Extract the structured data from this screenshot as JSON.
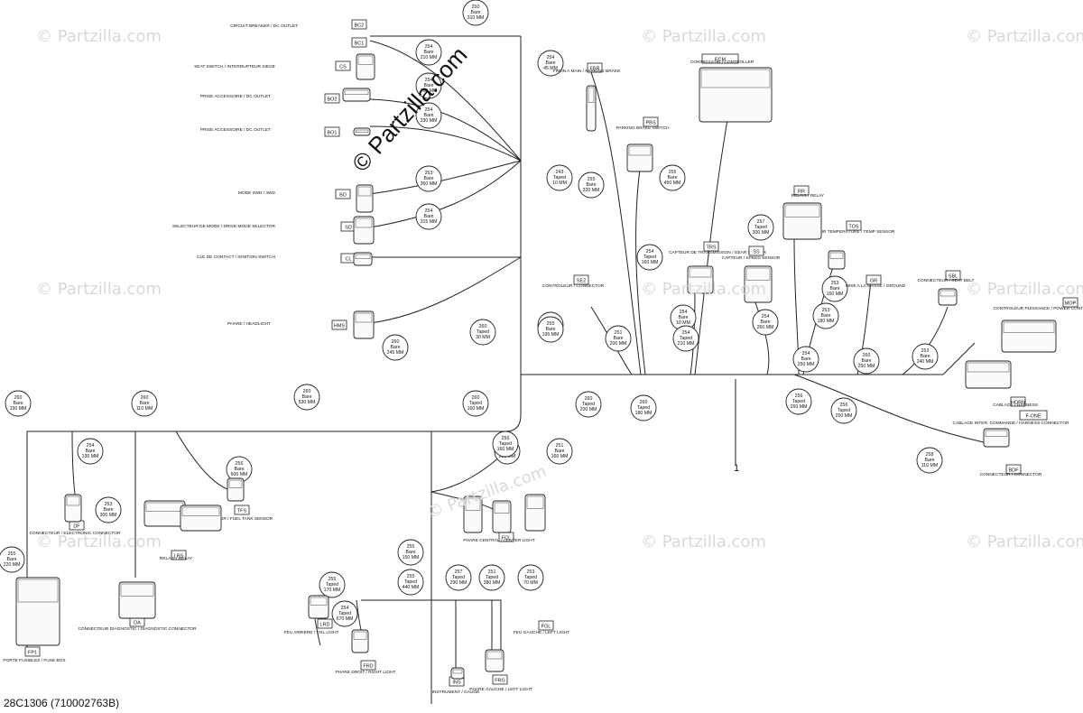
{
  "watermark": {
    "text": "© Partzilla.com"
  },
  "center_watermark": "© Partzilla.com",
  "footer": {
    "code": "28C1306 (710002763B)"
  },
  "branch_numbers": [
    "1"
  ],
  "bubbles": [
    {
      "num": "250",
      "l2": "Bare",
      "l3": "310 MM"
    },
    {
      "num": "254",
      "l2": "Bare",
      "l3": "210 MM"
    },
    {
      "num": "254",
      "l2": "Bare",
      "l3": "263 MM"
    },
    {
      "num": "254",
      "l2": "Bare",
      "l3": "330 MM"
    },
    {
      "num": "254",
      "l2": "Bare",
      "l3": "45 MM"
    },
    {
      "num": "243",
      "l2": "Taped",
      "l3": "10 MM"
    },
    {
      "num": "253",
      "l2": "Bare",
      "l3": "360 MM"
    },
    {
      "num": "254",
      "l2": "Bare",
      "l3": "315 MM"
    },
    {
      "num": "255",
      "l2": "Bare",
      "l3": "320 MM"
    },
    {
      "num": "260",
      "l2": "Bare",
      "l3": "245 MM"
    },
    {
      "num": "260",
      "l2": "Taped",
      "l3": "30 MM"
    },
    {
      "num": "255",
      "l2": "Bare",
      "l3": "220 MM"
    },
    {
      "num": "254",
      "l2": "Taped",
      "l3": "160 MM"
    },
    {
      "num": "255",
      "l2": "Bare",
      "l3": "450 MM"
    },
    {
      "num": "251",
      "l2": "Bare",
      "l3": "200 MM"
    },
    {
      "num": "255",
      "l2": "Bare",
      "l3": "195 MM"
    },
    {
      "num": "254",
      "l2": "Bare",
      "l3": "10 MM"
    },
    {
      "num": "254",
      "l2": "Taped",
      "l3": "210 MM"
    },
    {
      "num": "254",
      "l2": "Bare",
      "l3": "260 MM"
    },
    {
      "num": "257",
      "l2": "Taped",
      "l3": "300 MM"
    },
    {
      "num": "253",
      "l2": "Bare",
      "l3": "160 MM"
    },
    {
      "num": "253",
      "l2": "Bare",
      "l3": "180 MM"
    },
    {
      "num": "254",
      "l2": "Bare",
      "l3": "250 MM"
    },
    {
      "num": "260",
      "l2": "Bare",
      "l3": "250 MM"
    },
    {
      "num": "253",
      "l2": "Bare",
      "l3": "240 MM"
    },
    {
      "num": "260",
      "l2": "Taped",
      "l3": "200 MM"
    },
    {
      "num": "260",
      "l2": "Taped",
      "l3": "180 MM"
    },
    {
      "num": "256",
      "l2": "Taped",
      "l3": "260 MM"
    },
    {
      "num": "256",
      "l2": "Taped",
      "l3": "250 MM"
    },
    {
      "num": "258",
      "l2": "Bare",
      "l3": "110 MM"
    },
    {
      "num": "260",
      "l2": "Bare",
      "l3": "150 MM"
    },
    {
      "num": "260",
      "l2": "Bare",
      "l3": "110 MM"
    },
    {
      "num": "260",
      "l2": "Bare",
      "l3": "530 MM"
    },
    {
      "num": "260",
      "l2": "Taped",
      "l3": "160 MM"
    },
    {
      "num": "254",
      "l2": "Bare",
      "l3": "130 MM"
    },
    {
      "num": "253",
      "l2": "Bare",
      "l3": "300 MM"
    },
    {
      "num": "256",
      "l2": "Bare",
      "l3": "600 MM"
    },
    {
      "num": "255",
      "l2": "Bare",
      "l3": "220 MM"
    },
    {
      "num": "255",
      "l2": "Bare",
      "l3": "220 MM"
    },
    {
      "num": "251",
      "l2": "Bare",
      "l3": "160 MM"
    },
    {
      "num": "255",
      "l2": "Bare",
      "l3": "150 MM"
    },
    {
      "num": "255",
      "l2": "Taped",
      "l3": "440 MM"
    },
    {
      "num": "255",
      "l2": "Taped",
      "l3": "170 MM"
    },
    {
      "num": "254",
      "l2": "Taped",
      "l3": "670 MM"
    },
    {
      "num": "257",
      "l2": "Taped",
      "l3": "290 MM"
    },
    {
      "num": "251",
      "l2": "Taped",
      "l3": "380 MM"
    },
    {
      "num": "253",
      "l2": "Taped",
      "l3": "70 MM"
    },
    {
      "num": "256",
      "l2": "Taped",
      "l3": "160 MM"
    }
  ],
  "connectors": [
    {
      "code": "BC2",
      "text": "CIRCUIT BREAKER / DC OUTLET"
    },
    {
      "code": "BC1",
      "text": ""
    },
    {
      "code": "CS",
      "text": "SEAT SWITCH / INTERRUPTEUR SIEGE"
    },
    {
      "code": "BO2",
      "text": "PRISE ACCESSOIRE / DC OUTLET"
    },
    {
      "code": "BO1",
      "text": "PRISE ACCESSOIRE / DC OUTLET"
    },
    {
      "code": "BD",
      "text": "MODE 2WD / 4WD"
    },
    {
      "code": "SD",
      "text": "SELECTEUR DE MODE / DRIVE MODE SELECTOR"
    },
    {
      "code": "CL",
      "text": "CLE DE CONTACT / IGNITION SWITCH"
    },
    {
      "code": "HMS",
      "text": "PHARE / HEADLIGHT"
    },
    {
      "code": "FBR",
      "text": "FREIN A MAIN / PARKING BRAKE"
    },
    {
      "code": "PBS",
      "text": "PARKING BRAKE SWITCH"
    },
    {
      "code": "ECM",
      "text": "CONTROLEUR / CONTROLLER"
    },
    {
      "code": "SE2",
      "text": "CONTROLEUR / CONNECTOR"
    },
    {
      "code": "TRS",
      "text": "CAPTEUR DE TRANSMISSION / GEAR SENSOR"
    },
    {
      "code": "SS",
      "text": "CAPTEUR / SPEED SENSOR"
    },
    {
      "code": "RR",
      "text": "RELAIS / RELAY"
    },
    {
      "code": "TOS",
      "text": "CAPTEUR TEMPERATURE / TEMP SENSOR"
    },
    {
      "code": "GR",
      "text": "MISE A LA MASSE / GROUND"
    },
    {
      "code": "SBL",
      "text": "CONNECTEUR / SEAT BELT"
    },
    {
      "code": "MOP",
      "text": "CONTROLEUR PUISSANCE / POWER CONTROLLER"
    },
    {
      "code": "HORN",
      "text": "CABLAGE / HARNESS"
    },
    {
      "code": "F-ONE",
      "text": "CABLAGE INTER. COMMANDE / HARNESS CONNECTOR"
    },
    {
      "code": "BDF",
      "text": "CONNECTEUR / CONNECTOR"
    },
    {
      "code": "FP1",
      "text": "PORTE FUSIBLES / FUSE BOX"
    },
    {
      "code": "DA",
      "text": "CONNECTEUR DIAGNOSTIC / DIAGNOSTIC CONNECTOR"
    },
    {
      "code": "DF",
      "text": "CONNECTEUR / ELECTRONIC CONNECTOR"
    },
    {
      "code": "TFS",
      "text": "CAPTEUR / FUEL TANK SENSOR"
    },
    {
      "code": "LRS",
      "text": "RELAIS / RELAY"
    },
    {
      "code": "LRD",
      "text": "FEU ARRIERE / TAIL LIGHT"
    },
    {
      "code": "FRD",
      "text": "PHARE DROIT / RIGHT LIGHT"
    },
    {
      "code": "FRG",
      "text": "PHARE GAUCHE / LEFT LIGHT"
    },
    {
      "code": "INS",
      "text": "INSTRUMENT / GAUGE"
    },
    {
      "code": "FGL",
      "text": "FEU GAUCHE / LEFT LIGHT"
    },
    {
      "code": "FCL",
      "text": "PHARE CENTRAL / CENTER LIGHT"
    }
  ]
}
